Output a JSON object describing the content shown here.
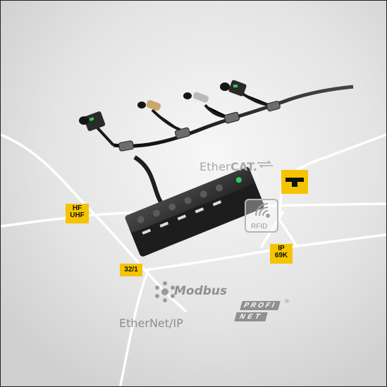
{
  "labels": {
    "hf": "HF",
    "uhf": "UHF",
    "ip": "IP",
    "ip_rating": "69K",
    "channel": "32/1",
    "rfid": "RFID"
  },
  "logos": {
    "ethercat_prefix": "Ether",
    "ethercat_suffix": "CAT.",
    "modbus": "Modbus",
    "ethernetip": "EtherNet/IP",
    "profinet_top": "PROFI",
    "profinet_bottom": "NET",
    "registered": "®"
  },
  "colors": {
    "tag_yellow": "#f5c400",
    "background": "#ececec",
    "device_body": "#2b2b2b",
    "led_green": "#36c95a"
  }
}
